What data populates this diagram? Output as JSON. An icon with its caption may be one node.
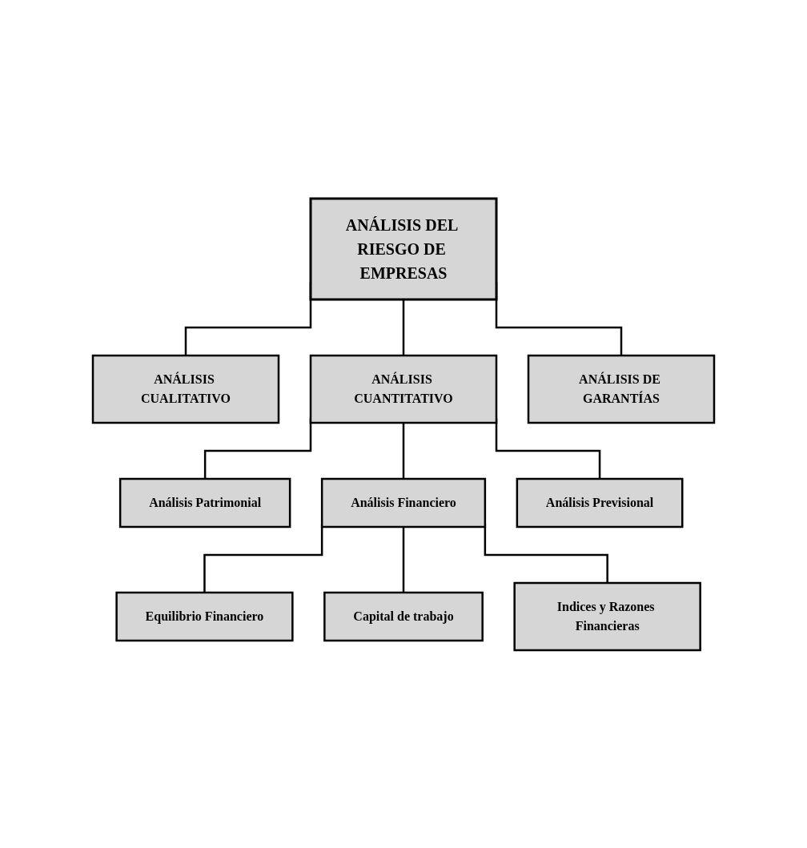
{
  "diagram": {
    "nodes": [
      {
        "text": [
          "ANÁLISIS DEL RIESGO DE EMPRESAS"
        ]
      },
      {
        "text": [
          "ANÁLISIS CUALITATIVO"
        ]
      },
      {
        "text": [
          "ANÁLISIS CUANTITATIVO"
        ]
      },
      {
        "text": [
          "ANÁLISIS DE GARANTÍAS"
        ]
      },
      {
        "text": [
          "Análisis Patrimonial"
        ]
      },
      {
        "text": [
          "Análisis Financiero"
        ]
      },
      {
        "text": [
          "Análisis Previsional"
        ]
      },
      {
        "text": [
          "Equilibrio Financiero"
        ]
      },
      {
        "text": [
          "Capital de trabajo"
        ]
      },
      {
        "text": [
          "Indices y Razones Financieras"
        ]
      }
    ],
    "edges": [
      {
        "from": 0,
        "to": 1,
        "arrow": "none"
      },
      {
        "from": 0,
        "to": 2,
        "arrow": "none"
      },
      {
        "from": 0,
        "to": 3,
        "arrow": "none"
      },
      {
        "from": 2,
        "to": 4,
        "arrow": "none"
      },
      {
        "from": 2,
        "to": 5,
        "arrow": "none"
      },
      {
        "from": 2,
        "to": 6,
        "arrow": "none"
      },
      {
        "from": 5,
        "to": 7,
        "arrow": "none"
      },
      {
        "from": 5,
        "to": 8,
        "arrow": "none"
      },
      {
        "from": 5,
        "to": 9,
        "arrow": "none"
      }
    ]
  }
}
